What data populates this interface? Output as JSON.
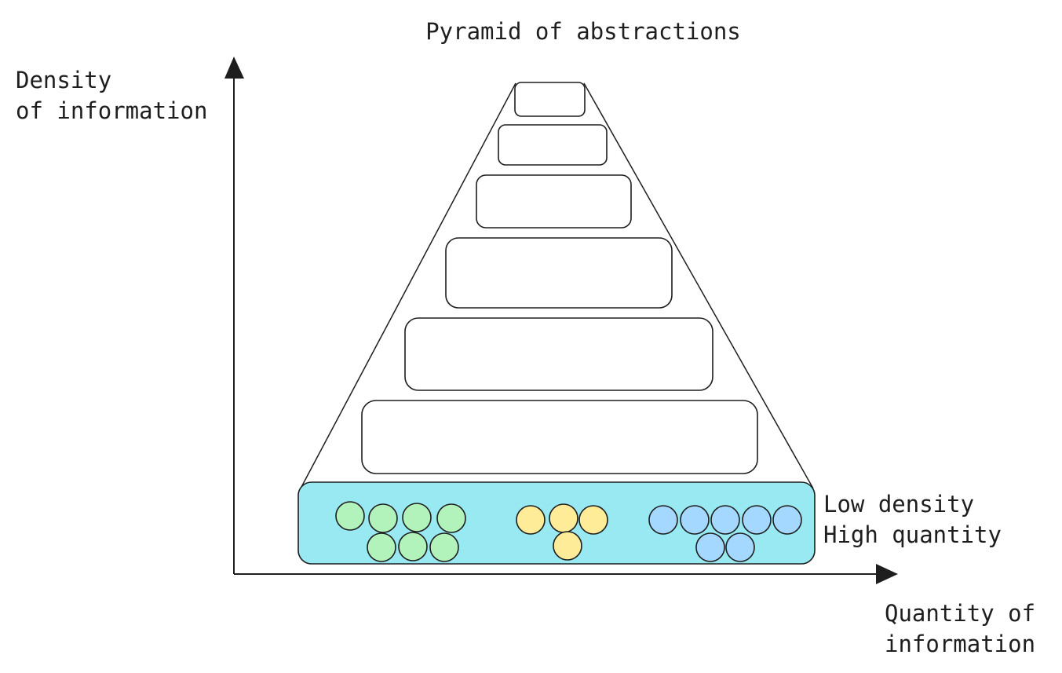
{
  "title": "Pyramid of abstractions",
  "y_axis_label": [
    "Density",
    "of information"
  ],
  "x_axis_label": [
    "Quantity of",
    "information"
  ],
  "base_label": [
    "Low density",
    "High quantity"
  ],
  "colors": {
    "stroke": "#1e1e1e",
    "base_fill": "#99e9f2",
    "green": "#b2f2bb",
    "yellow": "#ffec99",
    "blue": "#a5d8ff"
  },
  "pyramid": {
    "levels": 6,
    "base_groups": [
      {
        "name": "green-group",
        "color": "green",
        "count": 7
      },
      {
        "name": "yellow-group",
        "color": "yellow",
        "count": 4
      },
      {
        "name": "blue-group",
        "color": "blue",
        "count": 7
      }
    ]
  }
}
